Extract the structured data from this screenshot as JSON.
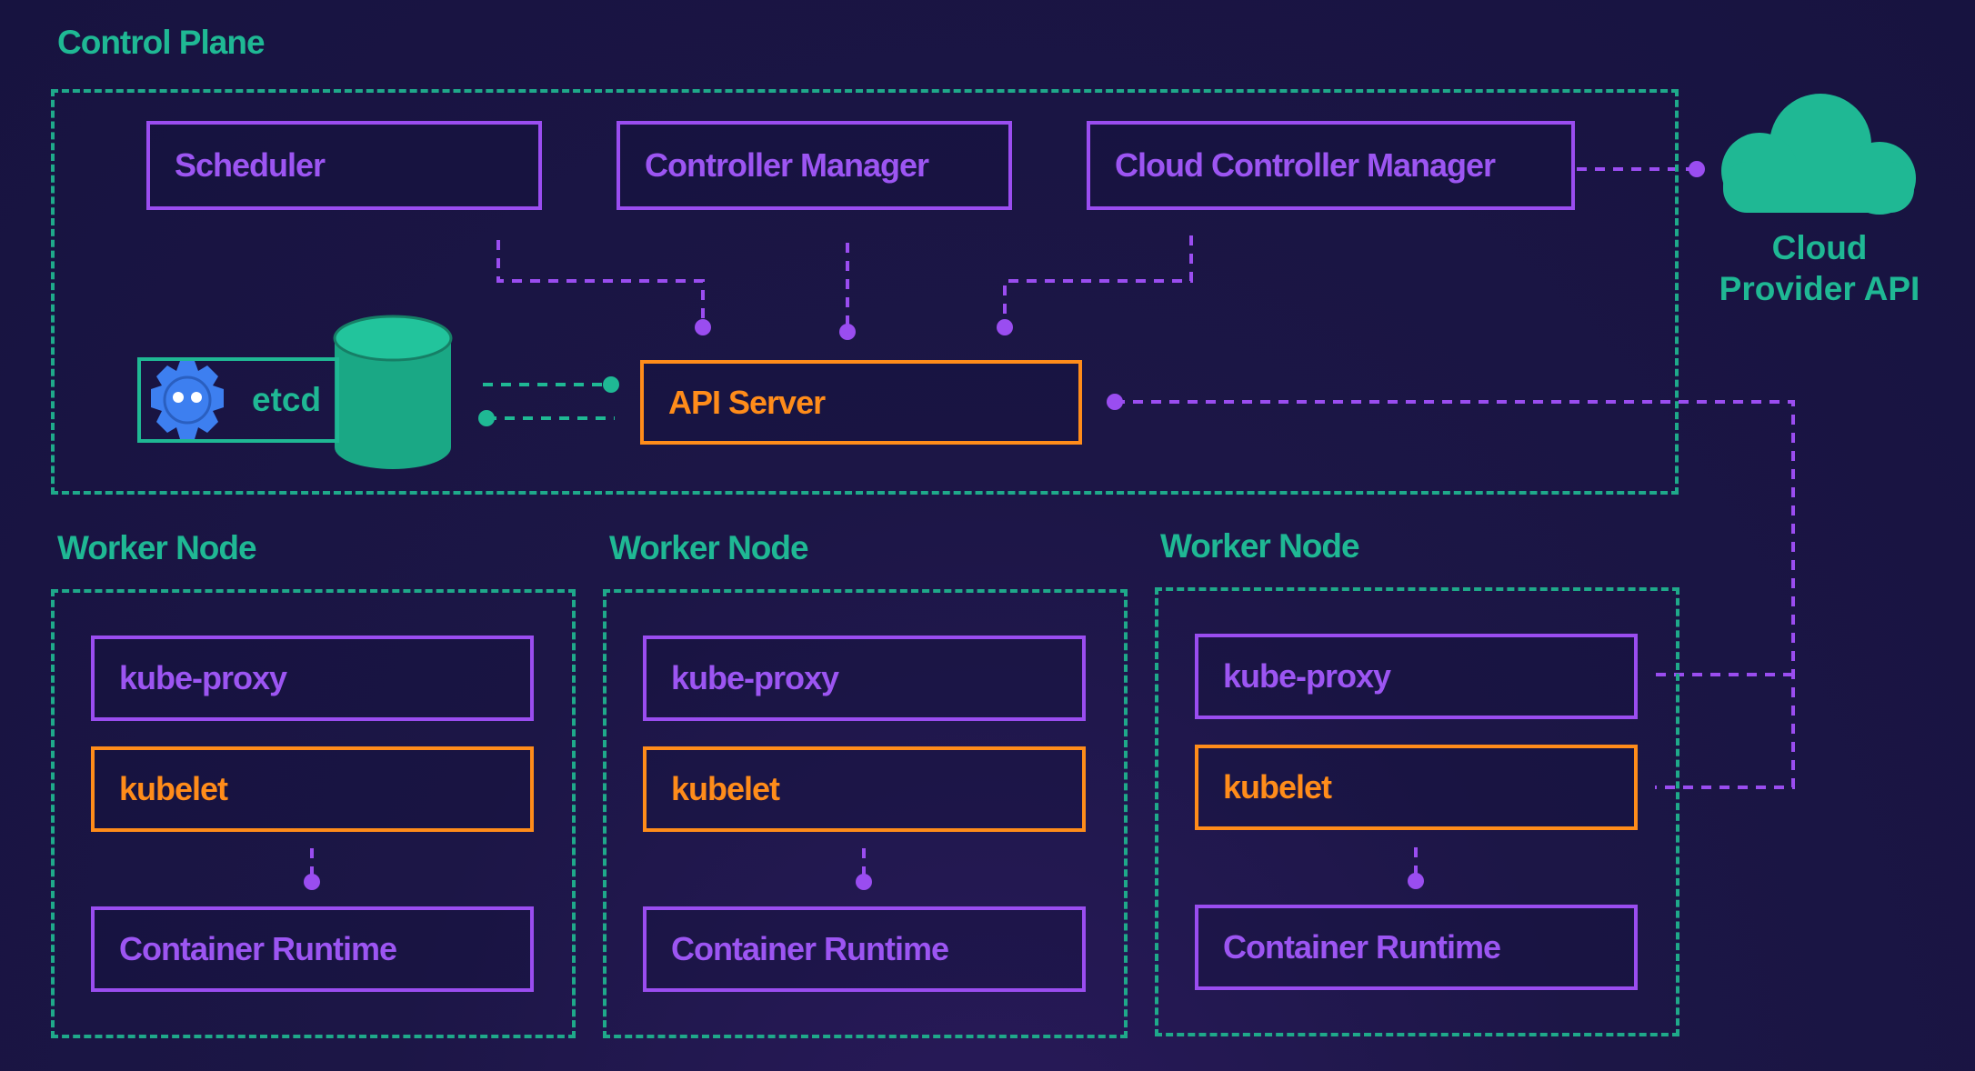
{
  "colors": {
    "background": "#171340",
    "teal": "#1fb894",
    "purple": "#9a4df0",
    "orange": "#ff8c1a",
    "etcd_blue": "#3d7ff0"
  },
  "control_plane": {
    "label": "Control Plane",
    "scheduler": "Scheduler",
    "controller_manager": "Controller Manager",
    "cloud_controller_manager": "Cloud Controller Manager",
    "api_server": "API Server",
    "etcd": "etcd"
  },
  "cloud": {
    "icon": "cloud-icon",
    "label_line1": "Cloud",
    "label_line2": "Provider API"
  },
  "worker_nodes": [
    {
      "label": "Worker Node",
      "kube_proxy": "kube-proxy",
      "kubelet": "kubelet",
      "runtime": "Container Runtime"
    },
    {
      "label": "Worker Node",
      "kube_proxy": "kube-proxy",
      "kubelet": "kubelet",
      "runtime": "Container Runtime"
    },
    {
      "label": "Worker Node",
      "kube_proxy": "kube-proxy",
      "kubelet": "kubelet",
      "runtime": "Container Runtime"
    }
  ]
}
